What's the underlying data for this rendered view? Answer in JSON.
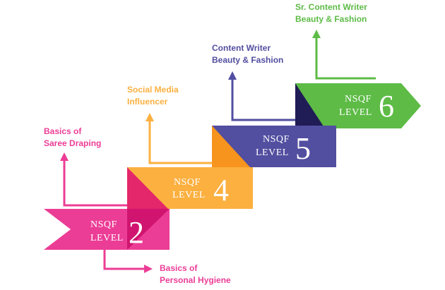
{
  "levels": [
    {
      "line1": "NSQF",
      "line2": "LEVEL",
      "number": "2",
      "caption": [
        "Basics of",
        "Saree Draping"
      ],
      "color": "#ec3d96",
      "shade": "#d0146f"
    },
    {
      "line1": "NSQF",
      "line2": "LEVEL",
      "number": "4",
      "caption": [
        "Social Media",
        "Influencer"
      ],
      "color": "#fbb040",
      "shade": "#e4266b"
    },
    {
      "line1": "NSQF",
      "line2": "LEVEL",
      "number": "5",
      "caption": [
        "Content Writer",
        "Beauty & Fashion"
      ],
      "color": "#524ea0",
      "shade": "#f7941d"
    },
    {
      "line1": "NSQF",
      "line2": "LEVEL",
      "number": "6",
      "caption": [
        "Sr. Content Writer",
        "Beauty & Fashion"
      ],
      "color": "#5dbb46",
      "shade": "#201c55"
    }
  ],
  "bottom_caption": {
    "lines": [
      "Basics of",
      "Personal Hygiene"
    ],
    "color": "#ec3d96"
  },
  "caption_colors": [
    "#ec3d96",
    "#fbb040",
    "#524ea0",
    "#5dbb46"
  ]
}
